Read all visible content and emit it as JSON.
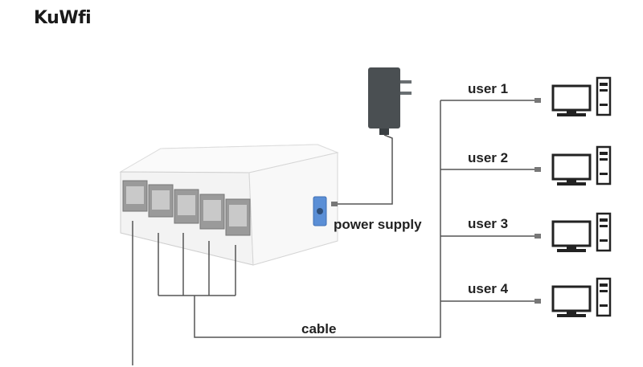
{
  "brand": {
    "logo_text": "KuWfi"
  },
  "labels": {
    "power_supply": "power supply",
    "cable": "cable"
  },
  "users": [
    {
      "label": "user 1"
    },
    {
      "label": "user 2"
    },
    {
      "label": "user 3"
    },
    {
      "label": "user 4"
    }
  ],
  "icons": {
    "switch": "network-switch-icon",
    "adapter": "power-adapter-icon",
    "computer": "desktop-computer-icon"
  },
  "colors": {
    "line": "#555555",
    "device": "#f2f2f2",
    "adapter": "#4a4f52",
    "dc_port": "#5b8fd6"
  }
}
